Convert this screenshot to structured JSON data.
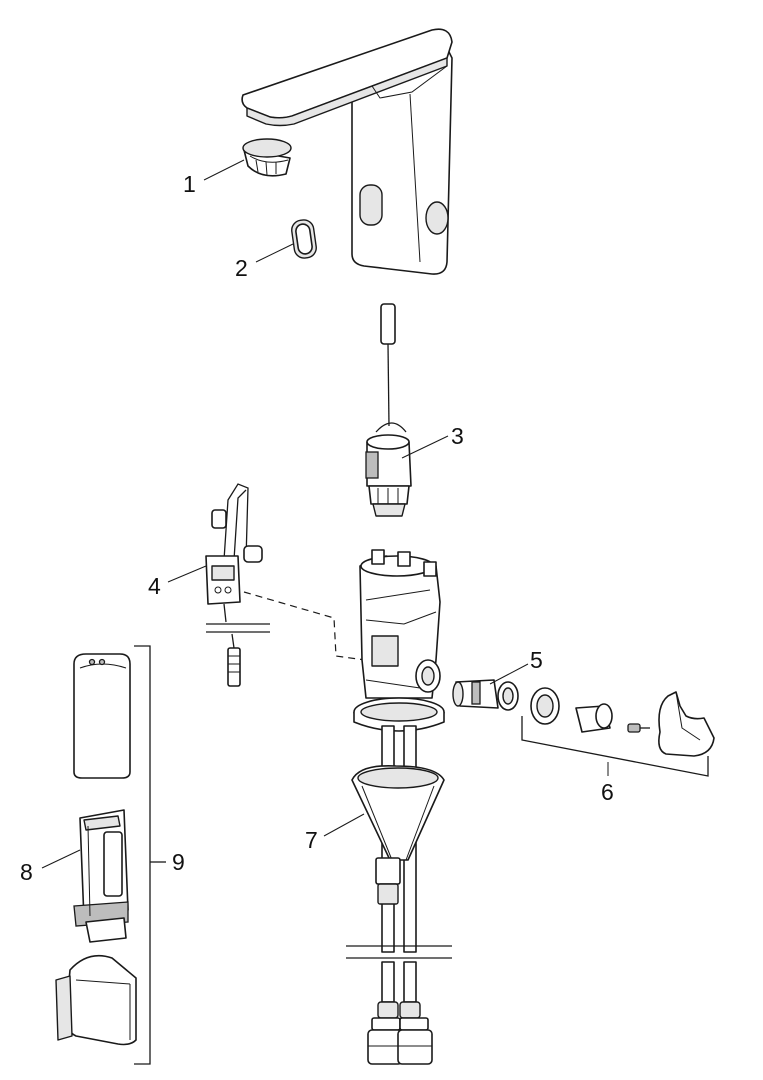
{
  "labels": {
    "p1": "1",
    "p2": "2",
    "p3": "3",
    "p4": "4",
    "p5": "5",
    "p6": "6",
    "p7": "7",
    "p8": "8",
    "p9": "9"
  }
}
